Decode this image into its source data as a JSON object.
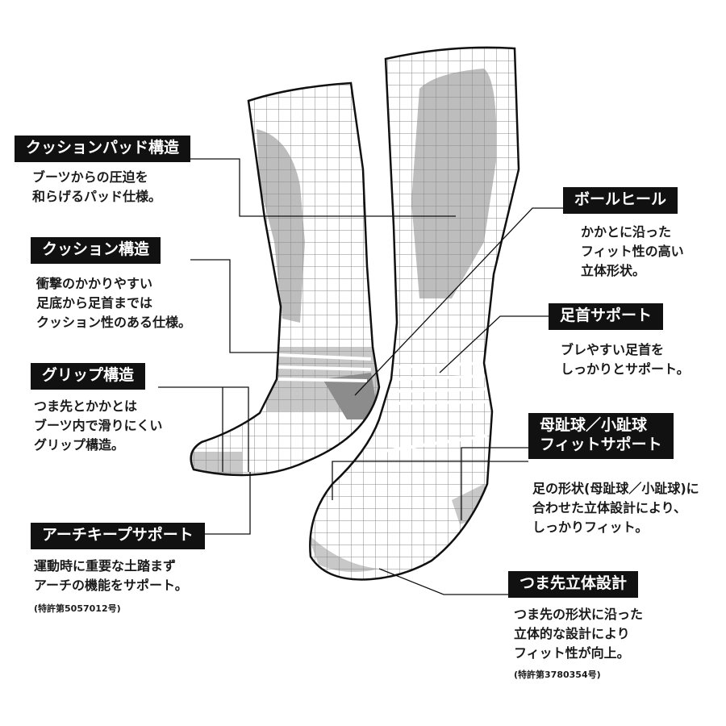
{
  "features": [
    {
      "id": "cushion-pad",
      "title": "クッションパッド構造",
      "description": "ブーツからの圧迫を\n和らげるパッド仕様。"
    },
    {
      "id": "cushion",
      "title": "クッション構造",
      "description": "衝撃のかかりやすい\n足底から足首までは\nクッション性のある仕様。"
    },
    {
      "id": "grip",
      "title": "グリップ構造",
      "description": "つま先とかかとは\nブーツ内で滑りにくい\nグリップ構造。"
    },
    {
      "id": "arch-keep",
      "title": "アーチキープサポート",
      "description": "運動時に重要な土踏まず\nアーチの機能をサポート。",
      "note": "(特許第5057012号)"
    },
    {
      "id": "ball-heel",
      "title": "ボールヒール",
      "description": "かかとに沿った\nフィット性の高い\n立体形状。"
    },
    {
      "id": "ankle-support",
      "title": "足首サポート",
      "description": "ブレやすい足首を\nしっかりとサポート。"
    },
    {
      "id": "toe-ball-fit",
      "title": "母趾球／小趾球\nフィットサポート",
      "description": "足の形状(母趾球／小趾球)に\n合わせた立体設計により、\nしっかりフィット。"
    },
    {
      "id": "toe-3d",
      "title": "つま先立体設計",
      "description": "つま先の形状に沿った\n立体的な設計により\nフィット性が向上。",
      "note": "(特許第3780354号)"
    }
  ],
  "colors": {
    "label_bg": "#111111",
    "label_text": "#ffffff",
    "pad_gray": "#bdbdbd",
    "grid": "#8a8a8a",
    "outline": "#111111"
  }
}
